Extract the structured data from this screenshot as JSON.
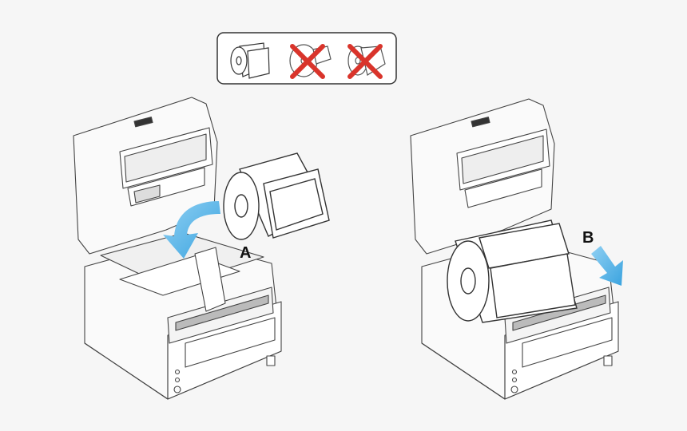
{
  "steps": {
    "a": {
      "label": "A"
    },
    "b": {
      "label": "B"
    }
  },
  "legend": {
    "items": [
      {
        "name": "correct-roll",
        "status": "ok"
      },
      {
        "name": "wrong-roll-1",
        "status": "not-allowed"
      },
      {
        "name": "wrong-roll-2",
        "status": "not-allowed"
      }
    ]
  },
  "colors": {
    "line": "#3a3a3a",
    "arrow": "#5bb5e6",
    "cross": "#d9342b",
    "background": "#f6f6f6"
  }
}
